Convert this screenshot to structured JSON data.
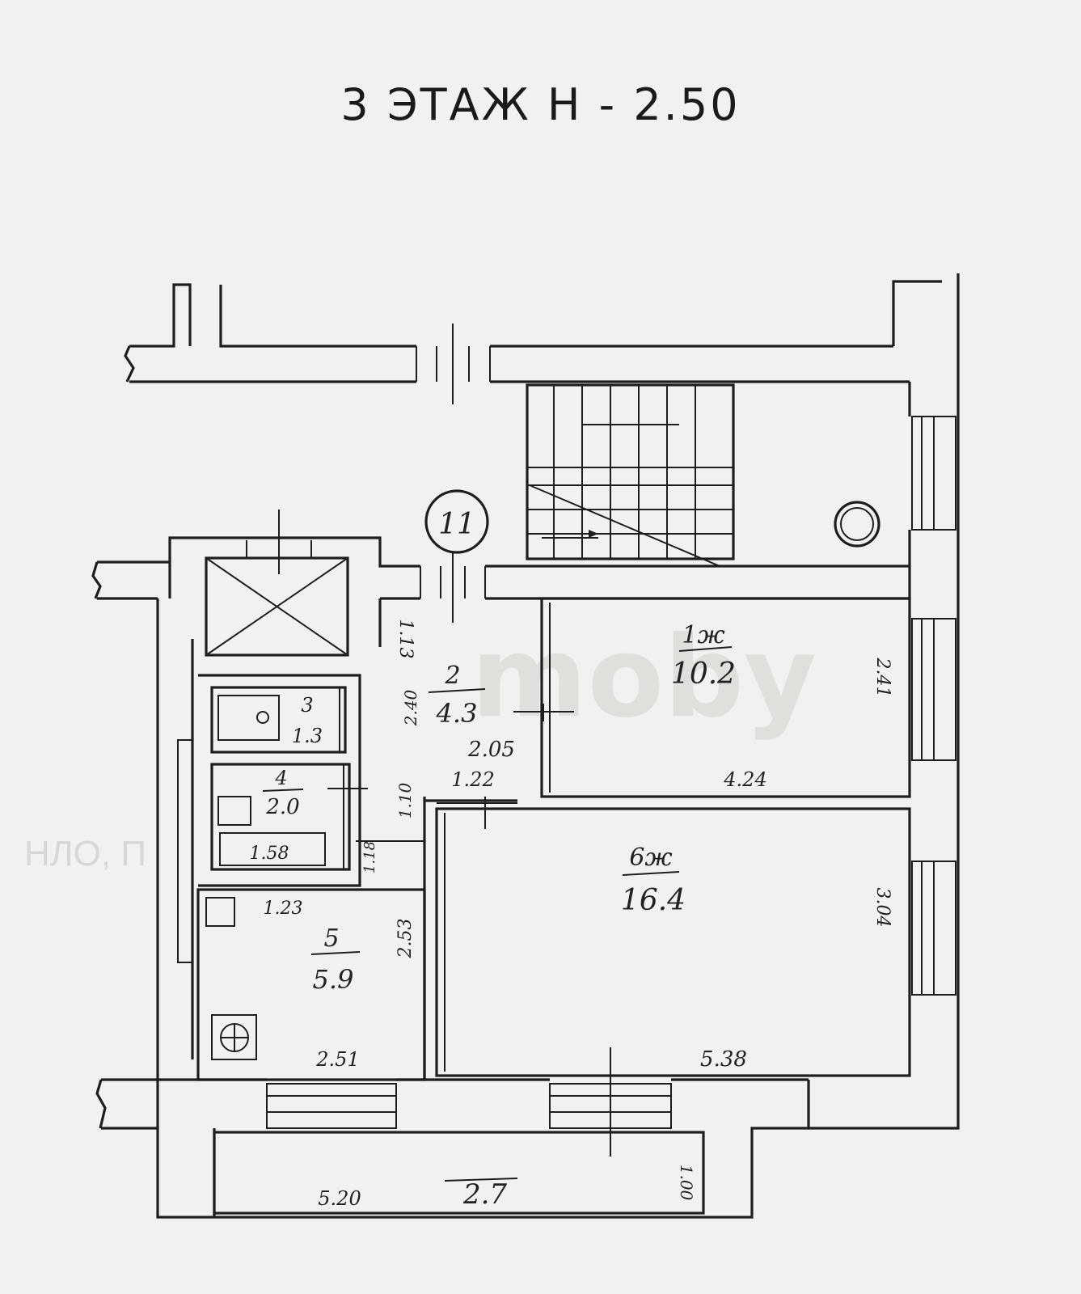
{
  "title": "3 ЭТАЖ Н - 2.50",
  "watermark": "moby",
  "rooms": [
    {
      "id": "1",
      "label": "1ж",
      "area": "10.2"
    },
    {
      "id": "2",
      "label": "2",
      "area": "4.3"
    },
    {
      "id": "3",
      "label": "3",
      "area": "1.3"
    },
    {
      "id": "4",
      "label": "4",
      "area": "2.0"
    },
    {
      "id": "5",
      "label": "5",
      "area": "5.9"
    },
    {
      "id": "6",
      "label": "6ж",
      "area": "16.4"
    },
    {
      "id": "7",
      "label": "",
      "area": "2.7"
    }
  ],
  "stair_marker": "11",
  "dimensions": [
    "1.13",
    "2.05",
    "1.22",
    "4.24",
    "2.41",
    "3.04",
    "5.38",
    "2.51",
    "2.53",
    "1.58",
    "1.23",
    "1.10",
    "1.18",
    "5.20",
    "1.00",
    "2.40"
  ],
  "colors": {
    "line": "#1e1e1e",
    "paper": "#f1f2ef"
  }
}
